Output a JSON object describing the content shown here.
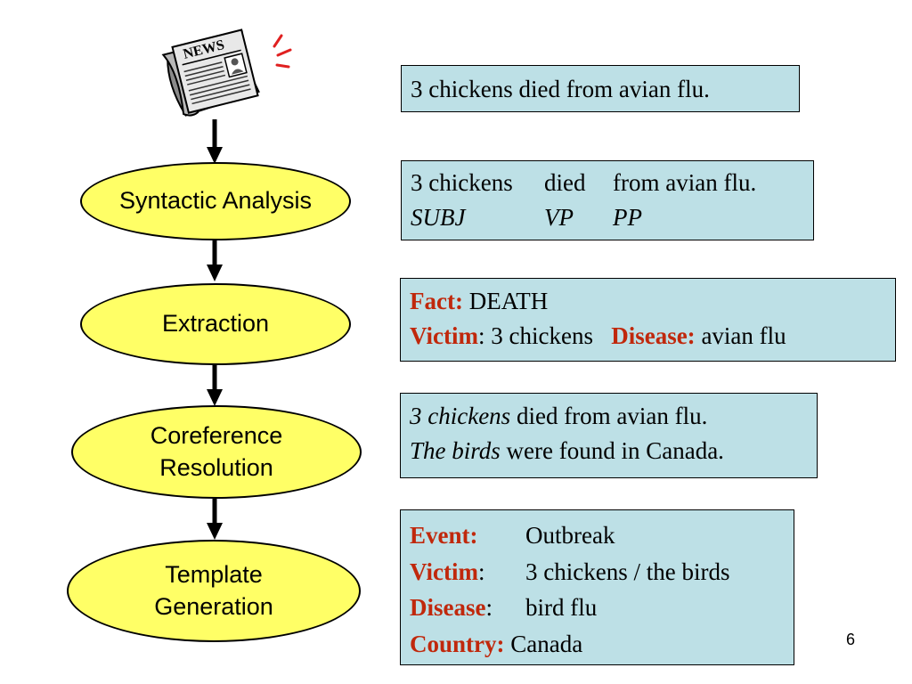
{
  "stages": [
    {
      "lines": [
        "Syntactic Analysis"
      ]
    },
    {
      "lines": [
        "Extraction"
      ]
    },
    {
      "lines": [
        "Coreference",
        "Resolution"
      ]
    },
    {
      "lines": [
        "Template",
        "Generation"
      ]
    }
  ],
  "news_icon": {
    "name": "newspaper-icon",
    "label": "NEWS"
  },
  "box1": {
    "text": "3 chickens died from avian flu."
  },
  "box2": {
    "words": [
      "3 chickens",
      "died",
      "from avian flu."
    ],
    "tags": [
      "SUBJ",
      "VP",
      "PP"
    ]
  },
  "box3": {
    "fact_label": "Fact:",
    "fact_value": "DEATH",
    "victim_label": "Victim",
    "victim_colon": ":",
    "victim_value": "3 chickens",
    "disease_label": "Disease:",
    "disease_value": "avian flu"
  },
  "box4": {
    "line1_em": "3 chickens",
    "line1_rest": " died from avian flu.",
    "line2_em": "The birds",
    "line2_rest": " were found in Canada."
  },
  "box5": {
    "event_label": "Event:",
    "event_value": "Outbreak",
    "victim_label": "Victim",
    "victim_colon": ":",
    "victim_value": "3 chickens / the birds",
    "disease_label": "Disease",
    "disease_colon": ":",
    "disease_value": "bird flu",
    "country_label": "Country:",
    "country_value": "Canada"
  },
  "page_number": "6",
  "colors": {
    "stage_fill": "#ffff66",
    "box_fill": "#bde0e6",
    "label_red": "#c0280c"
  }
}
